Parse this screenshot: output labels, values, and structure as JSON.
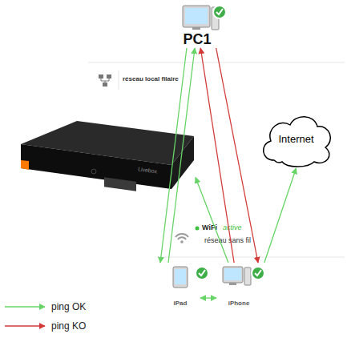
{
  "diagram": {
    "nodes": [
      {
        "text": [
          "PC1"
        ]
      },
      {
        "text": [
          "Livebox"
        ]
      },
      {
        "text": [
          "Internet"
        ]
      },
      {
        "text": [
          "iPad"
        ]
      },
      {
        "text": [
          "iPhone"
        ]
      }
    ],
    "edges": [
      {
        "from": 0,
        "to": 3,
        "arrow": "to"
      },
      {
        "from": 3,
        "to": 0,
        "arrow": "to"
      },
      {
        "from": 4,
        "to": 0,
        "arrow": "to"
      },
      {
        "from": 0,
        "to": 4,
        "arrow": "to"
      },
      {
        "from": 4,
        "to": 1,
        "arrow": "to"
      },
      {
        "from": 4,
        "to": 2,
        "arrow": "to"
      },
      {
        "from": 3,
        "to": 4,
        "arrow": "both"
      }
    ],
    "labels": [
      "réseau local filaire",
      "WiFi",
      "active",
      "réseau sans fil"
    ],
    "legend": [
      {
        "text": "ping OK"
      },
      {
        "text": "ping KO"
      }
    ]
  }
}
